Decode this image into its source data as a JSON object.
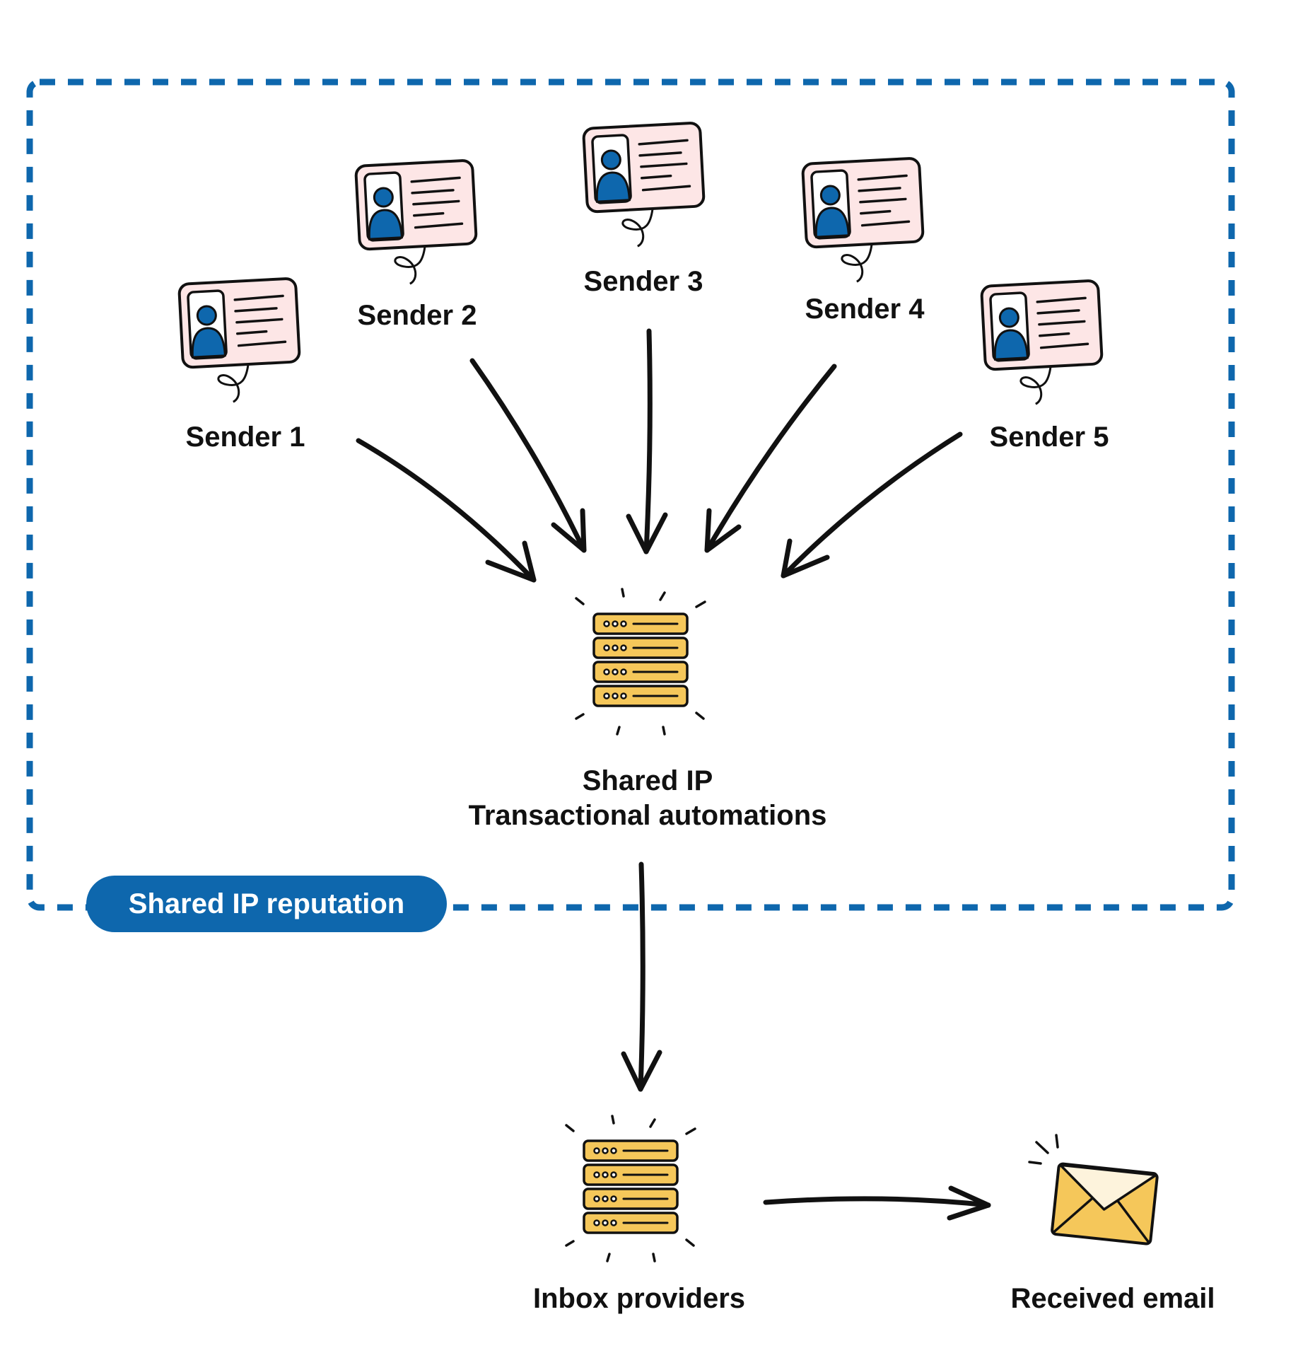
{
  "diagram": {
    "group_label": "Shared IP reputation",
    "senders": [
      {
        "label": "Sender 1",
        "icon": "id-card-icon"
      },
      {
        "label": "Sender 2",
        "icon": "id-card-icon"
      },
      {
        "label": "Sender 3",
        "icon": "id-card-icon"
      },
      {
        "label": "Sender 4",
        "icon": "id-card-icon"
      },
      {
        "label": "Sender 5",
        "icon": "id-card-icon"
      }
    ],
    "shared_ip": {
      "line1": "Shared IP",
      "line2": "Transactional automations",
      "icon": "server-icon"
    },
    "inbox": {
      "label": "Inbox providers",
      "icon": "server-icon"
    },
    "received": {
      "label": "Received email",
      "icon": "envelope-icon"
    },
    "edges": [
      {
        "from": "Sender 1",
        "to": "Shared IP"
      },
      {
        "from": "Sender 2",
        "to": "Shared IP"
      },
      {
        "from": "Sender 3",
        "to": "Shared IP"
      },
      {
        "from": "Sender 4",
        "to": "Shared IP"
      },
      {
        "from": "Sender 5",
        "to": "Shared IP"
      },
      {
        "from": "Shared IP",
        "to": "Inbox providers"
      },
      {
        "from": "Inbox providers",
        "to": "Received email"
      }
    ]
  },
  "colors": {
    "accent_blue": "#0e67ad",
    "card_pink": "#fde6e6",
    "server_yellow": "#f5c75a",
    "envelope_flap": "#fdf3dc",
    "ink": "#111111"
  }
}
